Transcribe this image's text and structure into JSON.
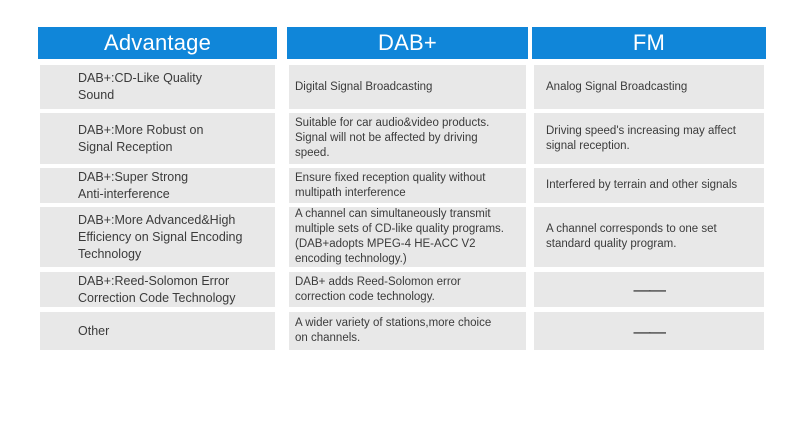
{
  "table": {
    "title": "DAB+ vs FM comparison table",
    "columns": [
      {
        "header": "Advantage",
        "rows": [
          "DAB+:CD-Like Quality\nSound",
          "DAB+:More Robust on\nSignal Reception",
          "DAB+:Super Strong\nAnti-interference",
          "DAB+:More Advanced&High\nEfficiency on Signal Encoding\nTechnology",
          "DAB+:Reed-Solomon Error\nCorrection Code Technology",
          "Other"
        ]
      },
      {
        "header": "DAB+",
        "rows": [
          "Digital Signal Broadcasting",
          "Suitable for car audio&video products.\nSignal will not be affected by driving\nspeed.",
          "Ensure fixed reception quality without\nmultipath interference",
          "A channel can simultaneously transmit\nmultiple sets of CD-like quality programs.\n(DAB+adopts MPEG-4 HE-ACC V2\nencoding technology.)",
          "DAB+ adds Reed-Solomon error\ncorrection code technology.",
          "A wider variety of stations,more choice\non channels."
        ]
      },
      {
        "header": "FM",
        "rows": [
          "Analog Signal Broadcasting",
          "Driving speed's increasing may affect\nsignal reception.",
          "Interfered by terrain and other signals",
          "A channel corresponds to one set\nstandard quality program.",
          "——",
          "——"
        ]
      }
    ]
  },
  "colors": {
    "header_bg": "#1086d9",
    "header_text": "#ffffff",
    "cell_bg": "#e8e8e8",
    "body_text": "#3b3b3b"
  }
}
